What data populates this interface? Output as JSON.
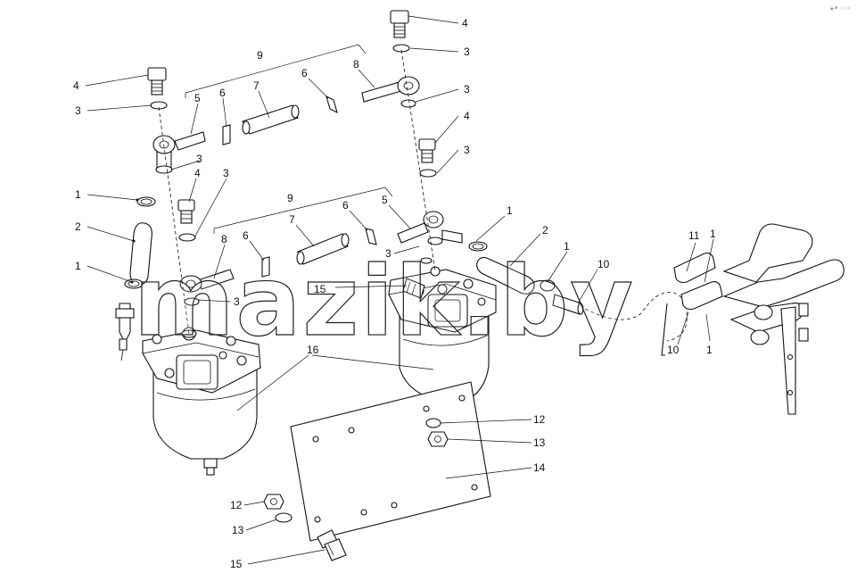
{
  "watermark": {
    "text": "mazik.by"
  },
  "corner_mark": "+* ◦◦◦",
  "callouts": [
    {
      "n": "1"
    },
    {
      "n": "2"
    },
    {
      "n": "1"
    },
    {
      "n": "4"
    },
    {
      "n": "3"
    },
    {
      "n": "5"
    },
    {
      "n": "6"
    },
    {
      "n": "7"
    },
    {
      "n": "9"
    },
    {
      "n": "6"
    },
    {
      "n": "8"
    },
    {
      "n": "4"
    },
    {
      "n": "3"
    },
    {
      "n": "3"
    },
    {
      "n": "4"
    },
    {
      "n": "3"
    },
    {
      "n": "3"
    },
    {
      "n": "4"
    },
    {
      "n": "3"
    },
    {
      "n": "9"
    },
    {
      "n": "7"
    },
    {
      "n": "6"
    },
    {
      "n": "5"
    },
    {
      "n": "6"
    },
    {
      "n": "8"
    },
    {
      "n": "3"
    },
    {
      "n": "1"
    },
    {
      "n": "2"
    },
    {
      "n": "3"
    },
    {
      "n": "15"
    },
    {
      "n": "16"
    },
    {
      "n": "1"
    },
    {
      "n": "10"
    },
    {
      "n": "11"
    },
    {
      "n": "1"
    },
    {
      "n": "10"
    },
    {
      "n": "1"
    },
    {
      "n": "12"
    },
    {
      "n": "13"
    },
    {
      "n": "14"
    },
    {
      "n": "12"
    },
    {
      "n": "13"
    },
    {
      "n": "15"
    }
  ]
}
